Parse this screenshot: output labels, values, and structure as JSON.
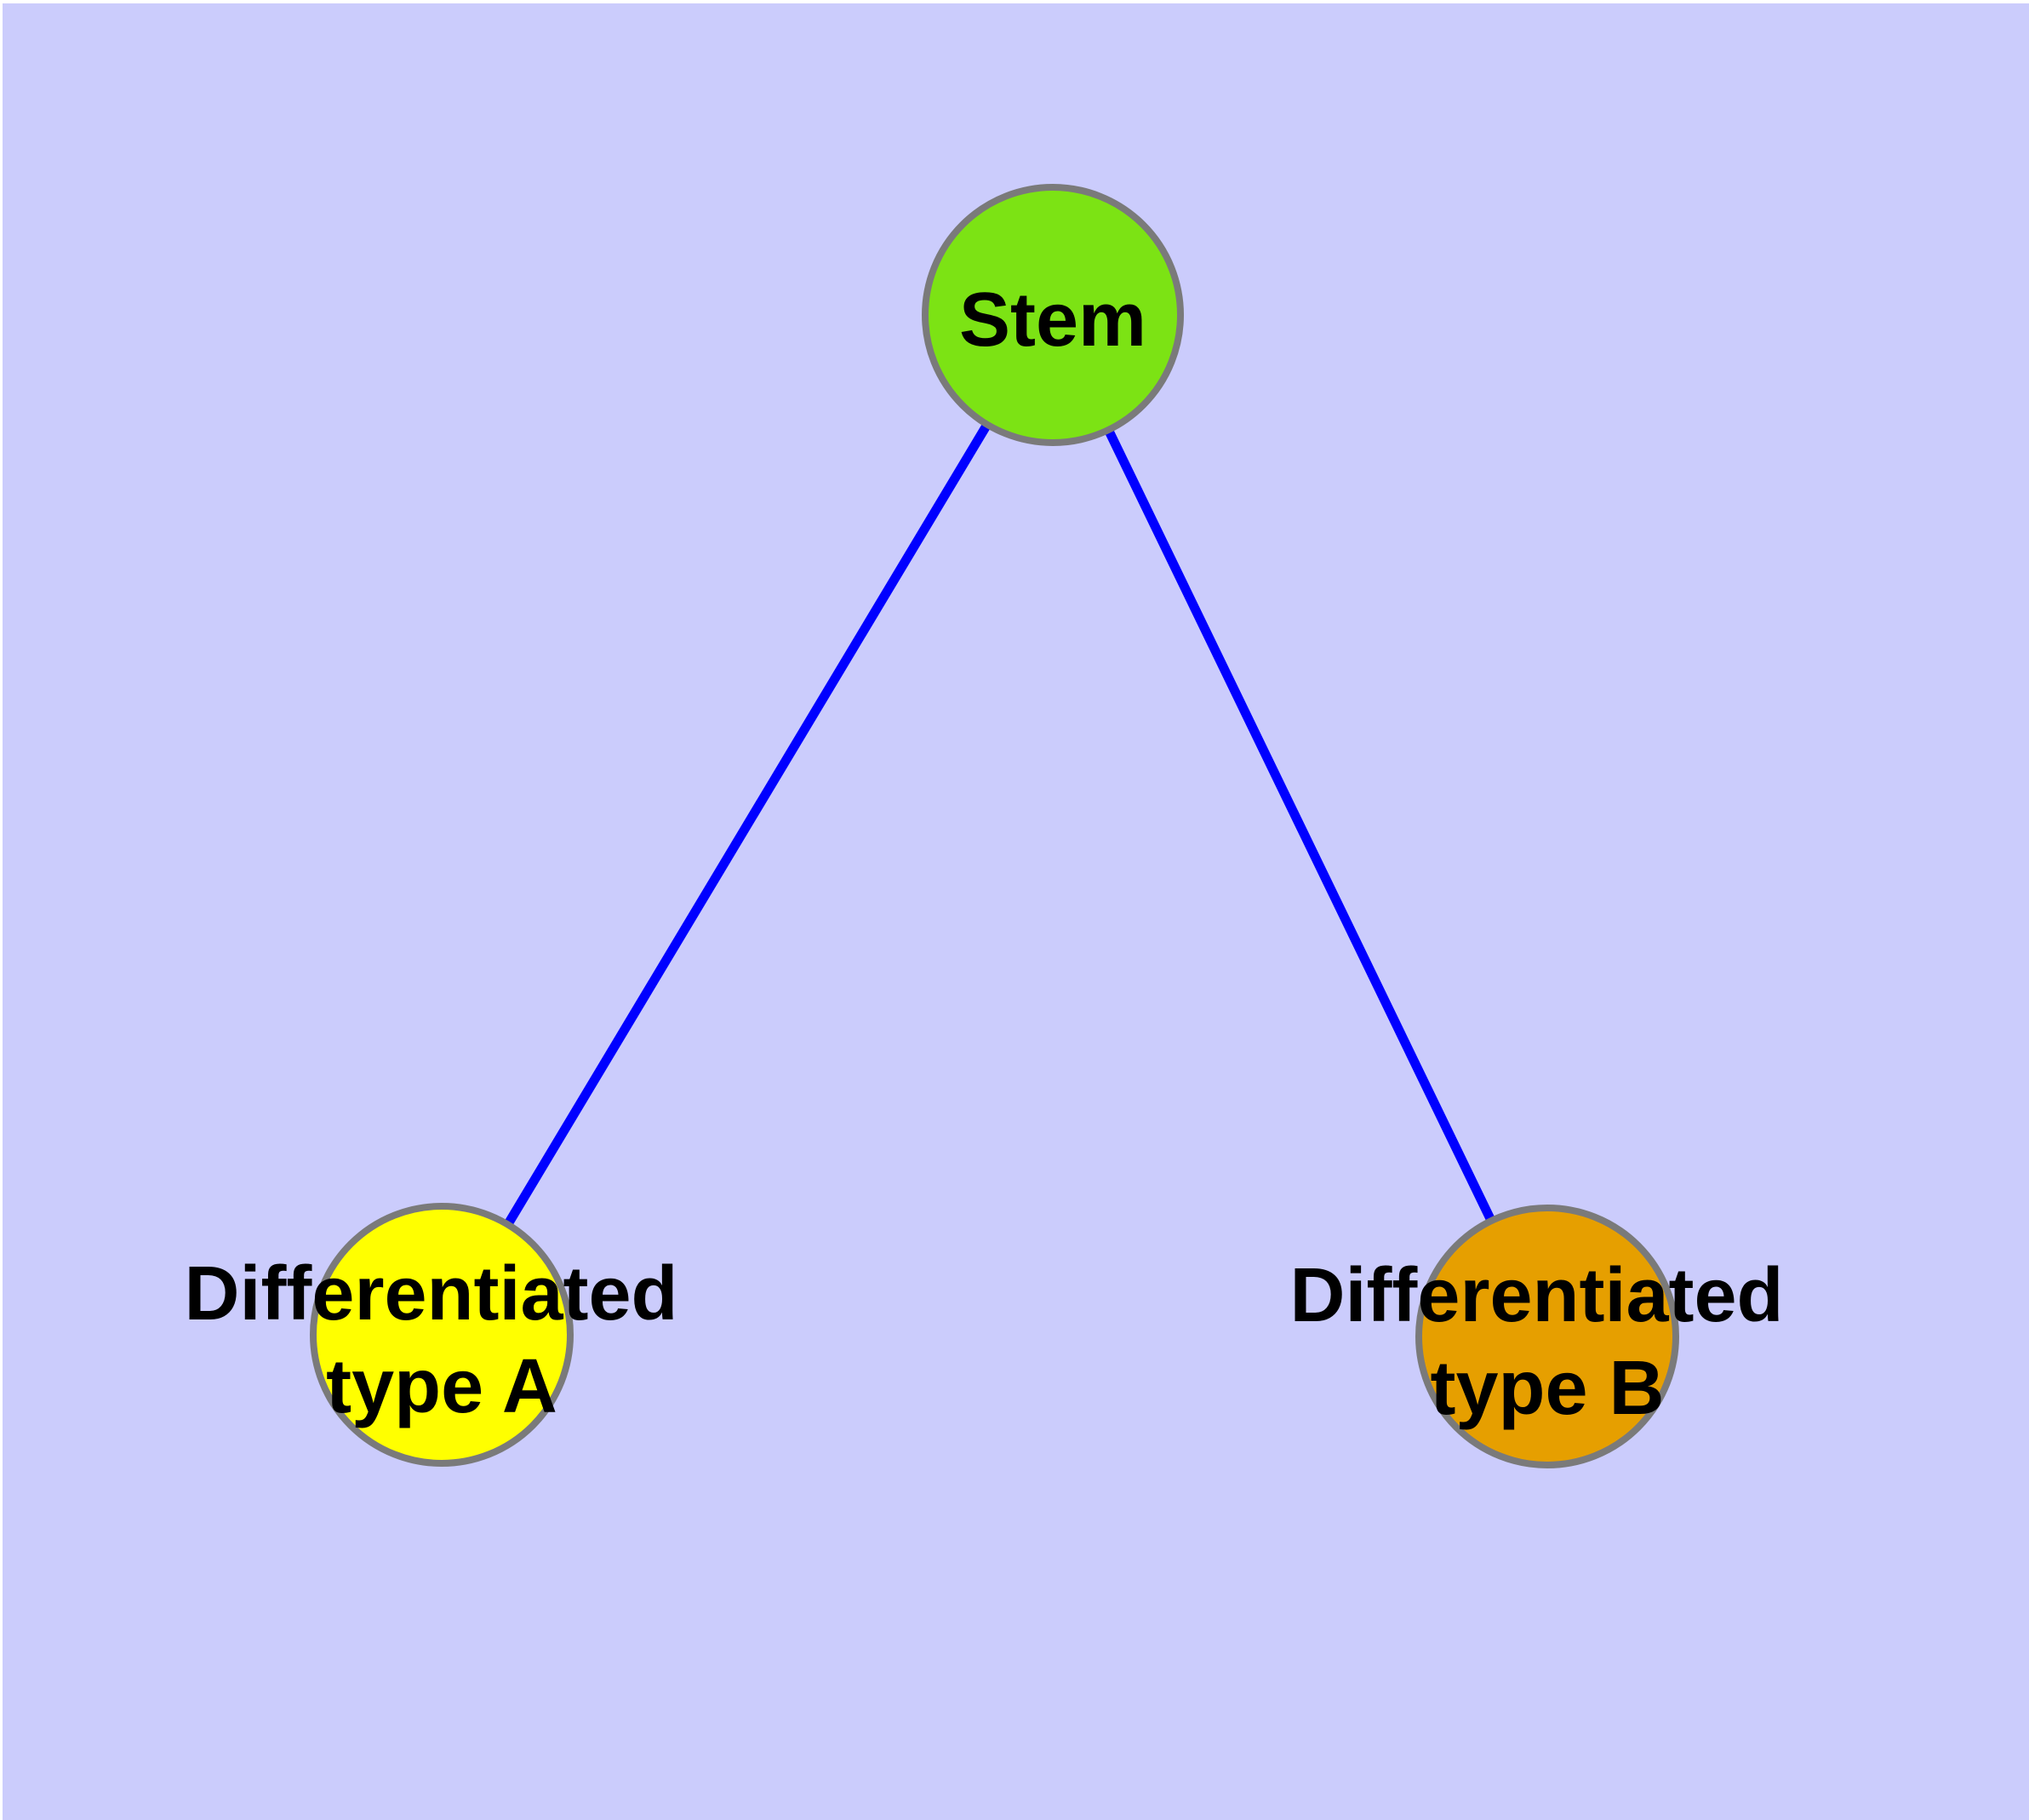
{
  "diagram": {
    "type": "graph",
    "background_color": "#CBCCFC",
    "edge_color": "#0000FF",
    "node_border_color": "#7A7A7A",
    "label_color": "#000000",
    "nodes": [
      {
        "id": "stem",
        "label": "Stem",
        "fill": "#7CE314"
      },
      {
        "id": "type-a",
        "label_line1": "Differentiated",
        "label_line2": "type A",
        "fill": "#FFFF00"
      },
      {
        "id": "type-b",
        "label_line1": "Differentiated",
        "label_line2": "type B",
        "fill": "#E69F00"
      }
    ],
    "edges": [
      {
        "from": "Stem",
        "to": "Differentiated type A"
      },
      {
        "from": "Stem",
        "to": "Differentiated type B"
      }
    ]
  }
}
